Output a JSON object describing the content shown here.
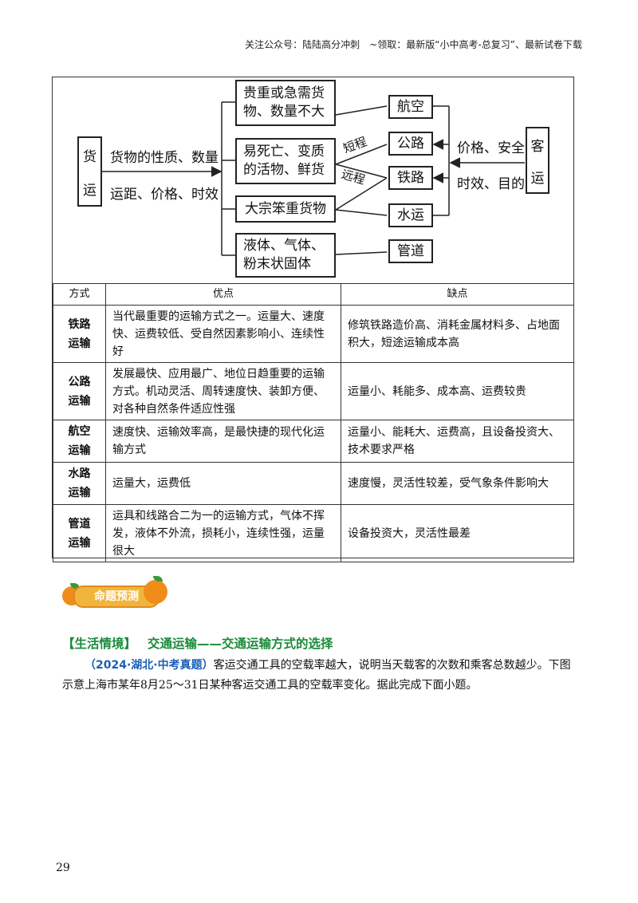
{
  "header": {
    "text": "关注公众号：陆陆高分冲刺　~领取：最新版“小中高考-总复习”、最新试卷下载"
  },
  "diagram": {
    "left_char_1": "货",
    "left_char_2": "运",
    "label_top": "货物的性质、数量",
    "label_bottom": "运距、价格、时效",
    "cargo_1": "贵重或急需货物、数量不大",
    "cargo_2": "易死亡、变质的活物、鲜货",
    "cargo_3": "大宗笨重货物",
    "cargo_4": "液体、气体、粉末状固体",
    "short_label": "短程",
    "long_label": "远程",
    "mode_air": "航空",
    "mode_road": "公路",
    "mode_rail": "铁路",
    "mode_water": "水运",
    "mode_pipe": "管道",
    "right_label_top": "价格、安全",
    "right_label_bottom": "时效、目的",
    "right_char_1": "客",
    "right_char_2": "运"
  },
  "table": {
    "headers": [
      "方式",
      "优点",
      "缺点"
    ],
    "rows": [
      {
        "mode_1": "铁路",
        "mode_2": "运输",
        "pros": "当代最重要的运输方式之一。运量大、速度快、运费较低、受自然因素影响小、连续性好",
        "cons": "修筑铁路造价高、消耗金属材料多、占地面积大，短途运输成本高"
      },
      {
        "mode_1": "公路",
        "mode_2": "运输",
        "pros": "发展最快、应用最广、地位日趋重要的运输方式。机动灵活、周转速度快、装卸方便、对各种自然条件适应性强",
        "cons": "运量小、耗能多、成本高、运费较贵"
      },
      {
        "mode_1": "航空",
        "mode_2": "运输",
        "pros": "速度快、运输效率高，是最快捷的现代化运输方式",
        "cons": "运量小、能耗大、运费高，且设备投资大、技术要求严格"
      },
      {
        "mode_1": "水路",
        "mode_2": "运输",
        "pros": "运量大，运费低",
        "cons": "速度慢，灵活性较差，受气象条件影响大"
      },
      {
        "mode_1": "管道",
        "mode_2": "运输",
        "pros": "运具和线路合二为一的运输方式，气体不挥发，液体不外流，损耗小，连续性强，运量很大",
        "cons": "设备投资大，灵活性最差"
      }
    ]
  },
  "badge": {
    "label": "命题预测"
  },
  "scene": {
    "tag": "【生活情境】",
    "title": "交通运输——交通运输方式的选择"
  },
  "question": {
    "source": "（2024·湖北·中考真题）",
    "text": "客运交通工具的空载率越大，说明当天载客的次数和乘客总数越少。下图示意上海市某年8月25～31日某种客运交通工具的空载率变化。据此完成下面小题。"
  },
  "page_number": "29"
}
